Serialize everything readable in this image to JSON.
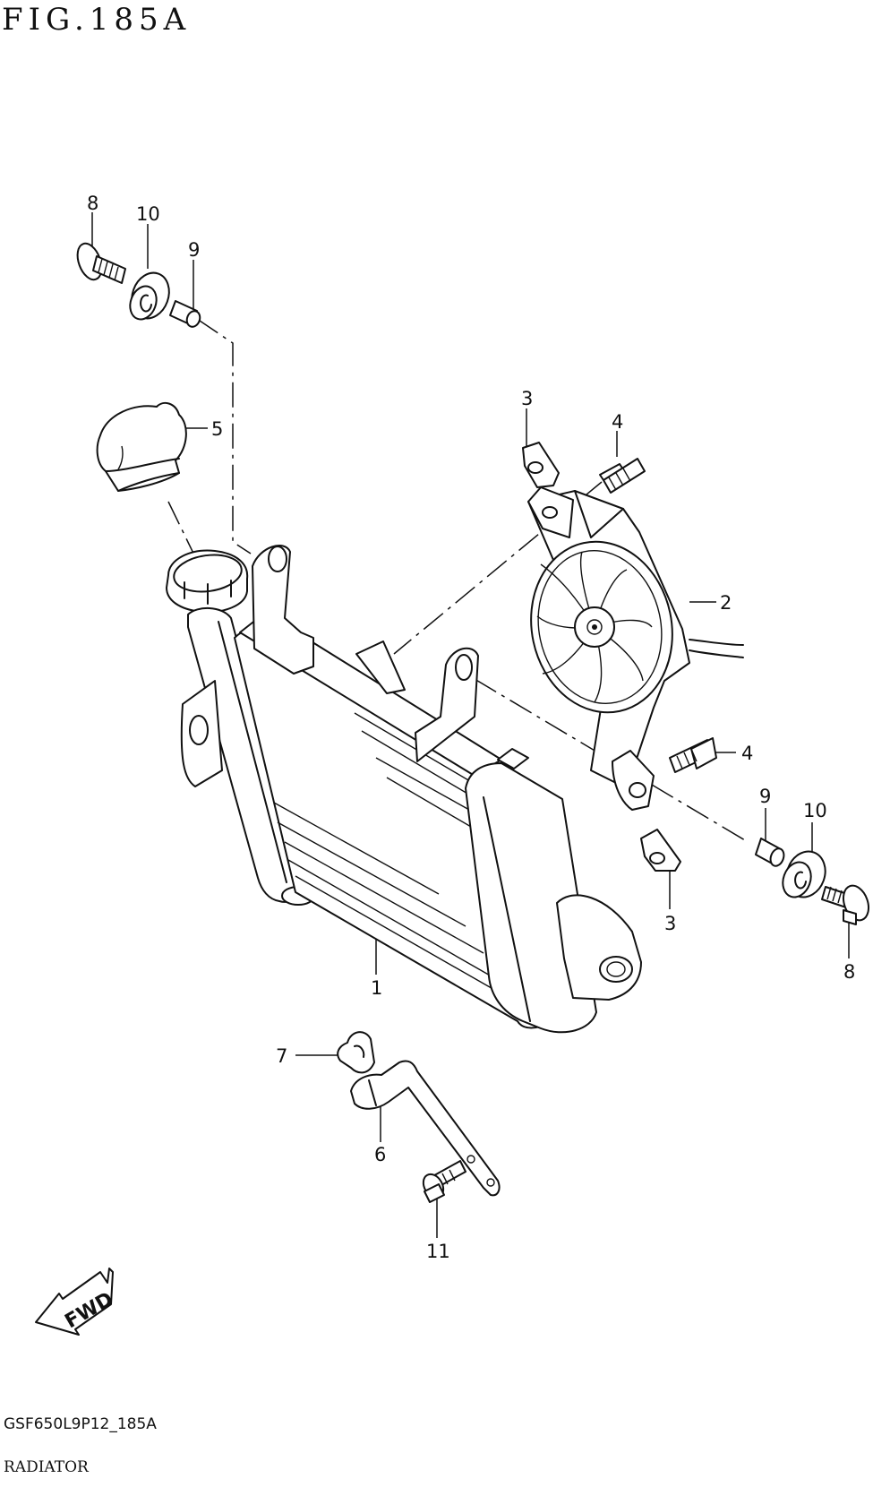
{
  "figure": {
    "title": "FIG.185A",
    "code": "GSF650L9P12_185A",
    "name": "RADIATOR"
  },
  "fwd_label": "FWD",
  "callouts": [
    {
      "id": "c8a",
      "label": "8"
    },
    {
      "id": "c10a",
      "label": "10"
    },
    {
      "id": "c9a",
      "label": "9"
    },
    {
      "id": "c5",
      "label": "5"
    },
    {
      "id": "c3a",
      "label": "3"
    },
    {
      "id": "c4a",
      "label": "4"
    },
    {
      "id": "c2",
      "label": "2"
    },
    {
      "id": "c4b",
      "label": "4"
    },
    {
      "id": "c9b",
      "label": "9"
    },
    {
      "id": "c10b",
      "label": "10"
    },
    {
      "id": "c3b",
      "label": "3"
    },
    {
      "id": "c8b",
      "label": "8"
    },
    {
      "id": "c1",
      "label": "1"
    },
    {
      "id": "c7",
      "label": "7"
    },
    {
      "id": "c6",
      "label": "6"
    },
    {
      "id": "c11",
      "label": "11"
    }
  ]
}
